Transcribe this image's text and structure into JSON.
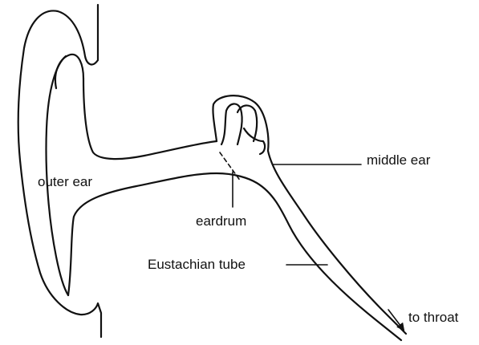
{
  "labels": {
    "outer_ear": "outer ear",
    "middle_ear": "middle ear",
    "eardrum": "eardrum",
    "eustachian_tube": "Eustachian tube",
    "to_throat": "to throat"
  },
  "colors": {
    "line": "#111111",
    "background": "#ffffff"
  }
}
